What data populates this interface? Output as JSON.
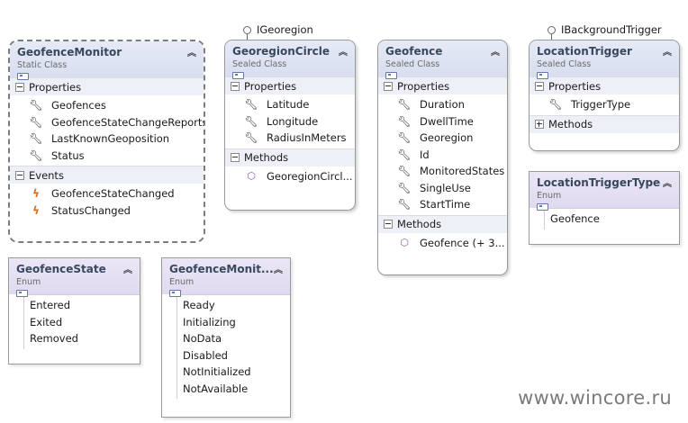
{
  "geofence_monitor": {
    "title": "GeofenceMonitor",
    "subtitle": "Static Class",
    "sections": [
      {
        "label": "Properties",
        "members": [
          "Geofences",
          "GeofenceStateChangeReports",
          "LastKnownGeoposition",
          "Status"
        ]
      },
      {
        "label": "Events",
        "members": [
          "GeofenceStateChanged",
          "StatusChanged"
        ]
      }
    ]
  },
  "georegion_circle": {
    "title": "GeoregionCircle",
    "subtitle": "Sealed Class",
    "interface": "IGeoregion",
    "sections": [
      {
        "label": "Properties",
        "members": [
          "Latitude",
          "Longitude",
          "RadiusInMeters"
        ]
      },
      {
        "label": "Methods",
        "members": [
          "GeoregionCircl..."
        ]
      }
    ]
  },
  "geofence": {
    "title": "Geofence",
    "subtitle": "Sealed Class",
    "sections": [
      {
        "label": "Properties",
        "members": [
          "Duration",
          "DwellTime",
          "Georegion",
          "Id",
          "MonitoredStates",
          "SingleUse",
          "StartTime"
        ]
      },
      {
        "label": "Methods",
        "members": [
          "Geofence (+ 3..."
        ]
      }
    ]
  },
  "location_trigger": {
    "title": "LocationTrigger",
    "subtitle": "Sealed Class",
    "interface": "IBackgroundTrigger",
    "sections": [
      {
        "label": "Properties",
        "members": [
          "TriggerType"
        ]
      },
      {
        "label": "Methods",
        "members": []
      }
    ]
  },
  "location_trigger_type": {
    "title": "LocationTriggerType",
    "subtitle": "Enum",
    "values": [
      "Geofence"
    ]
  },
  "geofence_state": {
    "title": "GeofenceState",
    "subtitle": "Enum",
    "values": [
      "Entered",
      "Exited",
      "Removed"
    ]
  },
  "geofence_monitor_status": {
    "title": "GeofenceMonit...",
    "subtitle": "Enum",
    "values": [
      "Ready",
      "Initializing",
      "NoData",
      "Disabled",
      "NotInitialized",
      "NotAvailable"
    ]
  },
  "watermark": "www.wincore.ru"
}
